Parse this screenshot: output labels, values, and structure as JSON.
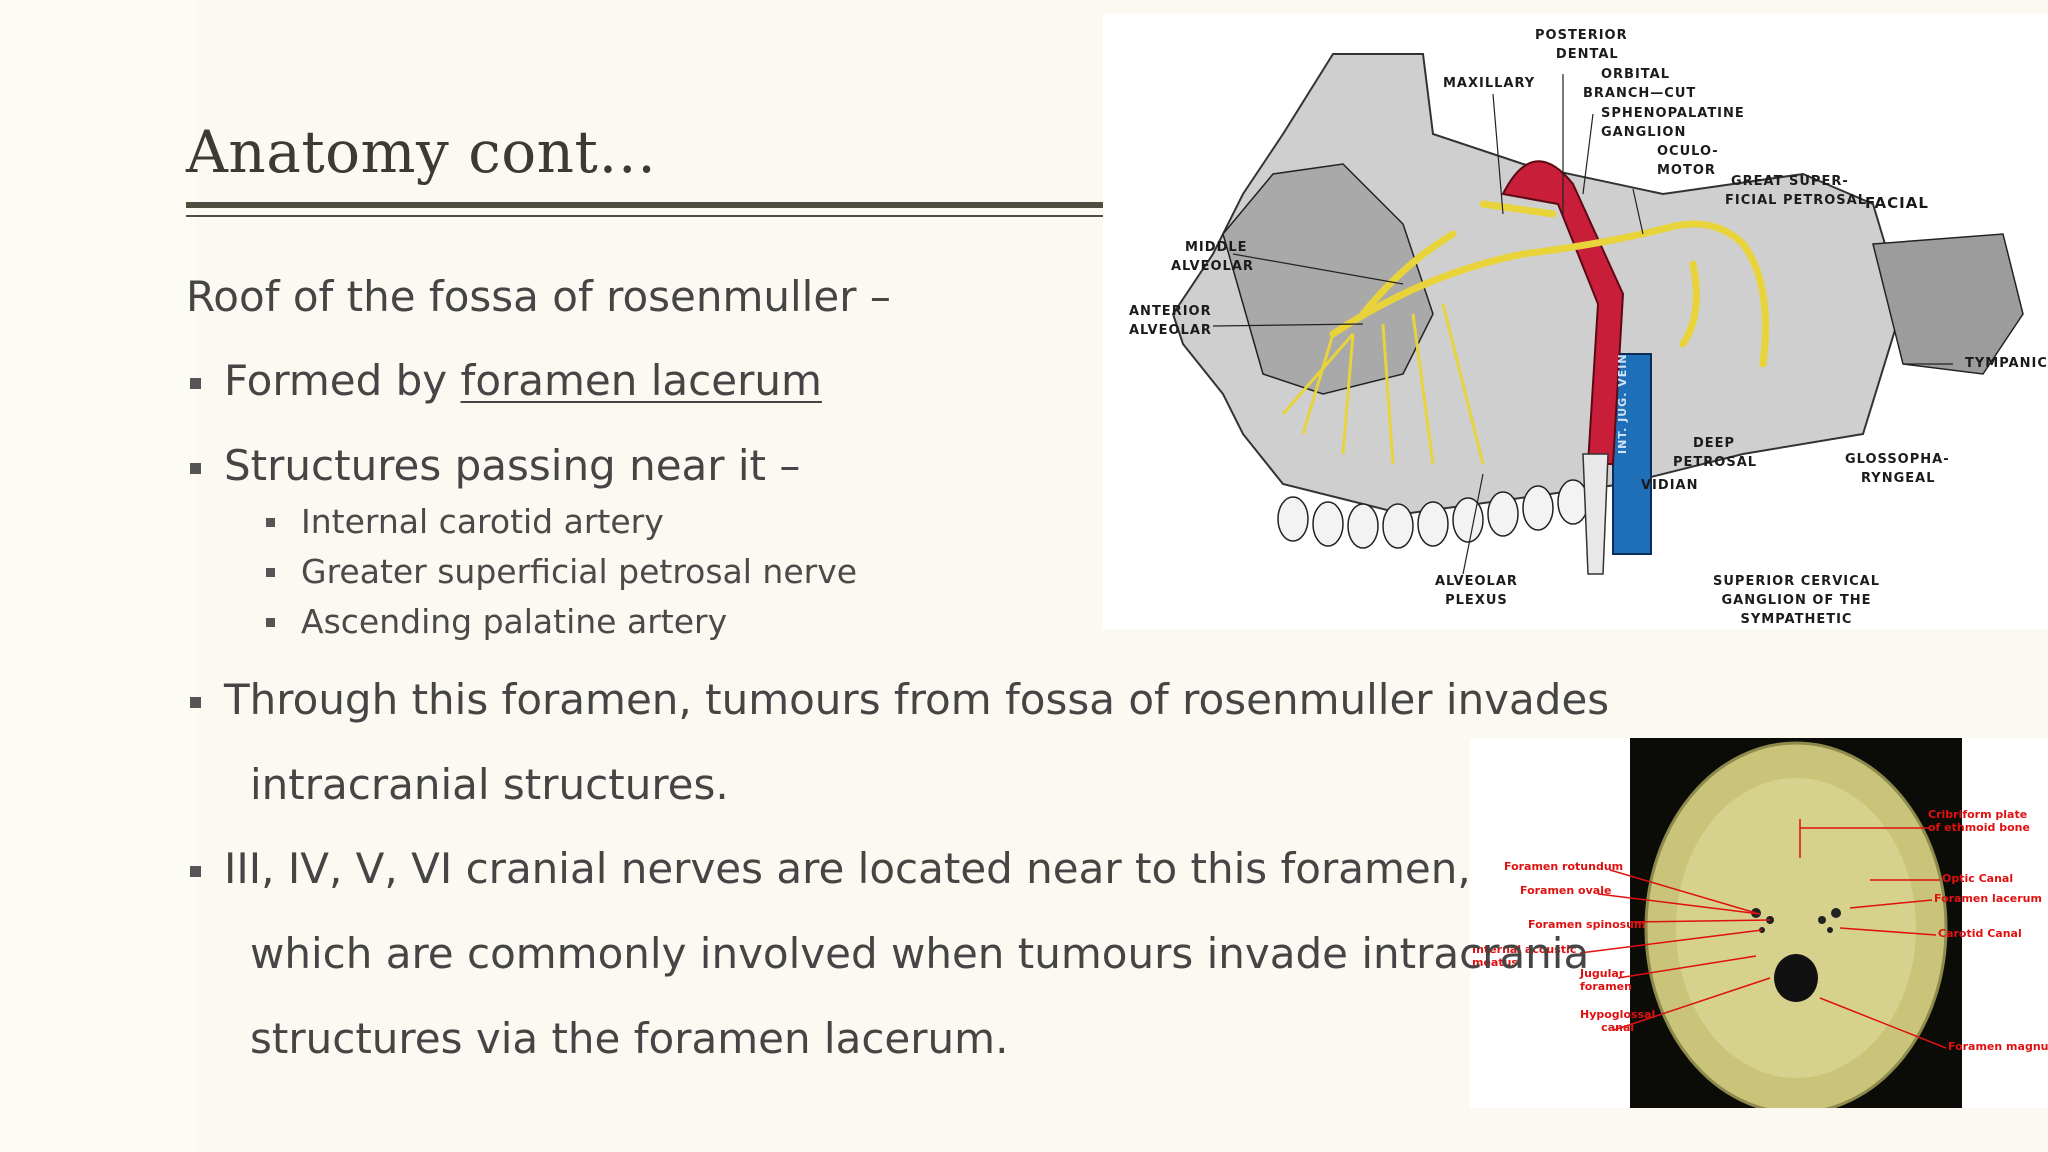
{
  "slide": {
    "title": "Anatomy cont…",
    "intro": "Roof of the fossa of rosenmuller –",
    "bullets": {
      "formed_prefix": "Formed by ",
      "formed_link": "foramen lacerum",
      "structures_heading": "Structures passing near it –",
      "structures": [
        "Internal carotid artery",
        "Greater superficial petrosal nerve",
        "Ascending palatine artery"
      ],
      "through_line1": "Through this foramen, tumours from fossa of rosenmuller invades",
      "through_line2": "intracranial structures.",
      "nerves_line1": "III, IV, V, VI cranial nerves are located near to this foramen,",
      "nerves_line2": "which are commonly involved when tumours invade intracrania",
      "nerves_line3": "structures via the foramen lacerum."
    }
  },
  "figure_nerves": {
    "labels": {
      "posterior_dental_1": "POSTERIOR",
      "posterior_dental_2": "DENTAL",
      "maxillary": "MAXILLARY",
      "orbital_1": "ORBITAL",
      "orbital_2": "BRANCH—CUT",
      "spheno_1": "SPHENOPALATINE",
      "spheno_2": "GANGLION",
      "oculo_1": "OCULO-",
      "oculo_2": "MOTOR",
      "great_1": "GREAT SUPER-",
      "great_2": "FICIAL PETROSAL",
      "facial": "FACIAL",
      "middle_1": "MIDDLE",
      "middle_2": "ALVEOLAR",
      "anterior_1": "ANTERIOR",
      "anterior_2": "ALVEOLAR",
      "tympanic": "TYMPANIC",
      "deep_1": "DEEP",
      "deep_2": "PETROSAL",
      "vidian": "VIDIAN",
      "glosso_1": "GLOSSOPHA-",
      "glosso_2": "RYNGEAL",
      "alveolar_1": "ALVEOLAR",
      "alveolar_2": "PLEXUS",
      "superior_1": "SUPERIOR CERVICAL",
      "superior_2": "GANGLION OF THE",
      "superior_3": "SYMPATHETIC",
      "vein": "INT. JUG. VEIN"
    },
    "colors": {
      "nerve": "#e8d43a",
      "artery": "#c81e3a",
      "vein": "#1f6fb8"
    }
  },
  "figure_skull": {
    "labels": {
      "cribriform_1": "Cribriform plate",
      "cribriform_2": "of ethmoid bone",
      "optic": "Optic Canal",
      "lacerum": "Foramen lacerum",
      "carotid": "Carotid Canal",
      "rotundum": "Foramen rotundum",
      "ovale": "Foramen ovale",
      "spinosum": "Foramen spinosum",
      "acoustic_1": "Internal acoustic",
      "acoustic_2": "meatus",
      "jugular_1": "Jugular",
      "jugular_2": "foramen",
      "hypo_1": "Hypoglossal",
      "hypo_2": "canal",
      "magnum": "Foramen magnum"
    },
    "colors": {
      "label": "#e01010",
      "bone": "#c9c47a"
    }
  }
}
